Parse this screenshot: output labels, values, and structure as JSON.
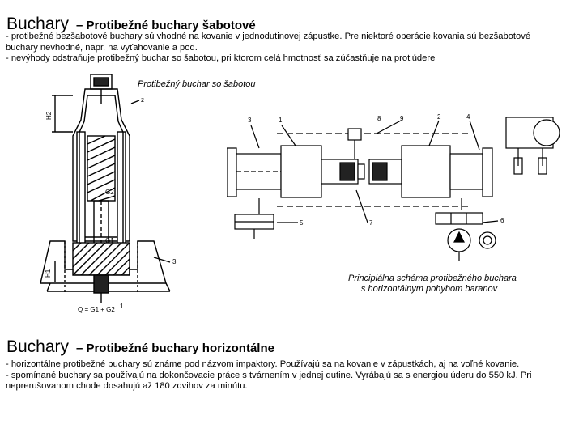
{
  "section1": {
    "title_main": "Buchary",
    "title_sub": "– Protibežné buchary šabotové",
    "lines": [
      "- protibežné bezšabotové buchary sú vhodné na kovanie v jednodutinovej zápustke. Pre niektoré operácie kovania sú bezšabotové",
      "buchary nevhodné, napr. na vyťahovanie a pod.",
      "- nevýhody odstraňuje protibežný buchar so šabotou, pri ktorom celá hmotnosť sa zúčastňuje na protiúdere"
    ]
  },
  "figure_left": {
    "caption": "Protibežný buchar so šabotou",
    "labels": {
      "h2": "H2",
      "h1": "H1",
      "z": "z",
      "q": "Q = G1 + G2",
      "g2": "G2",
      "g1": "G1",
      "n3": "3",
      "n1": "1"
    }
  },
  "figure_right": {
    "caption_line1": "Principiálna schéma protibežného buchara",
    "caption_line2": "s horizontálnym pohybom baranov",
    "labels": [
      "3",
      "1",
      "8",
      "9",
      "2",
      "4",
      "5",
      "7",
      "6"
    ]
  },
  "section2": {
    "title_main": "Buchary",
    "title_sub": "– Protibežné buchary horizontálne",
    "lines": [
      "- horizontálne protibežné buchary sú známe pod názvom impaktory. Používajú sa na kovanie v zápustkách, aj na voľné kovanie.",
      "- spomínané buchary sa používajú na dokončovacie práce s tvárnením v jednej dutine. Vyrábajú sa s energiou úderu do 550 kJ. Pri",
      "neprerušovanom chode dosahujú až 180 zdvihov za minútu."
    ]
  }
}
